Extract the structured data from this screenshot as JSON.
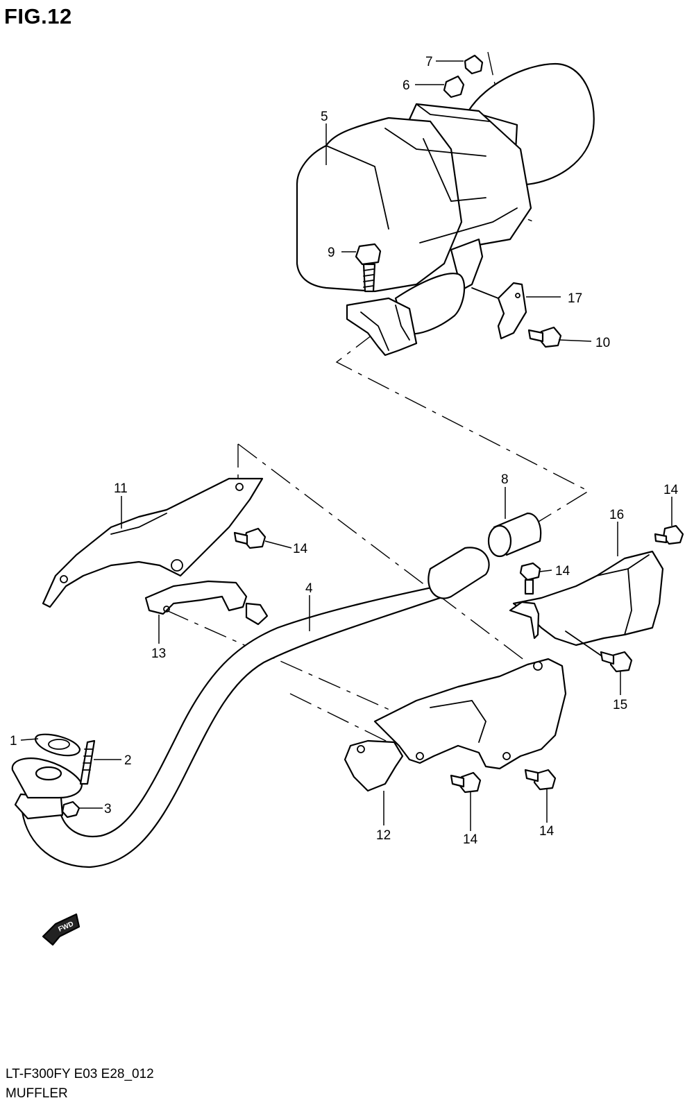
{
  "figure_title": "FIG.12",
  "model_code": "LT-F300FY E03 E28_012",
  "section_name": "MUFFLER",
  "fwd_label": "FWD",
  "callouts": {
    "c1": "1",
    "c2": "2",
    "c3": "3",
    "c4": "4",
    "c5": "5",
    "c6": "6",
    "c7": "7",
    "c8": "8",
    "c9": "9",
    "c10": "10",
    "c11": "11",
    "c12": "12",
    "c13": "13",
    "c14a": "14",
    "c14b": "14",
    "c14c": "14",
    "c14d": "14",
    "c14e": "14",
    "c15": "15",
    "c16": "16",
    "c17": "17"
  }
}
